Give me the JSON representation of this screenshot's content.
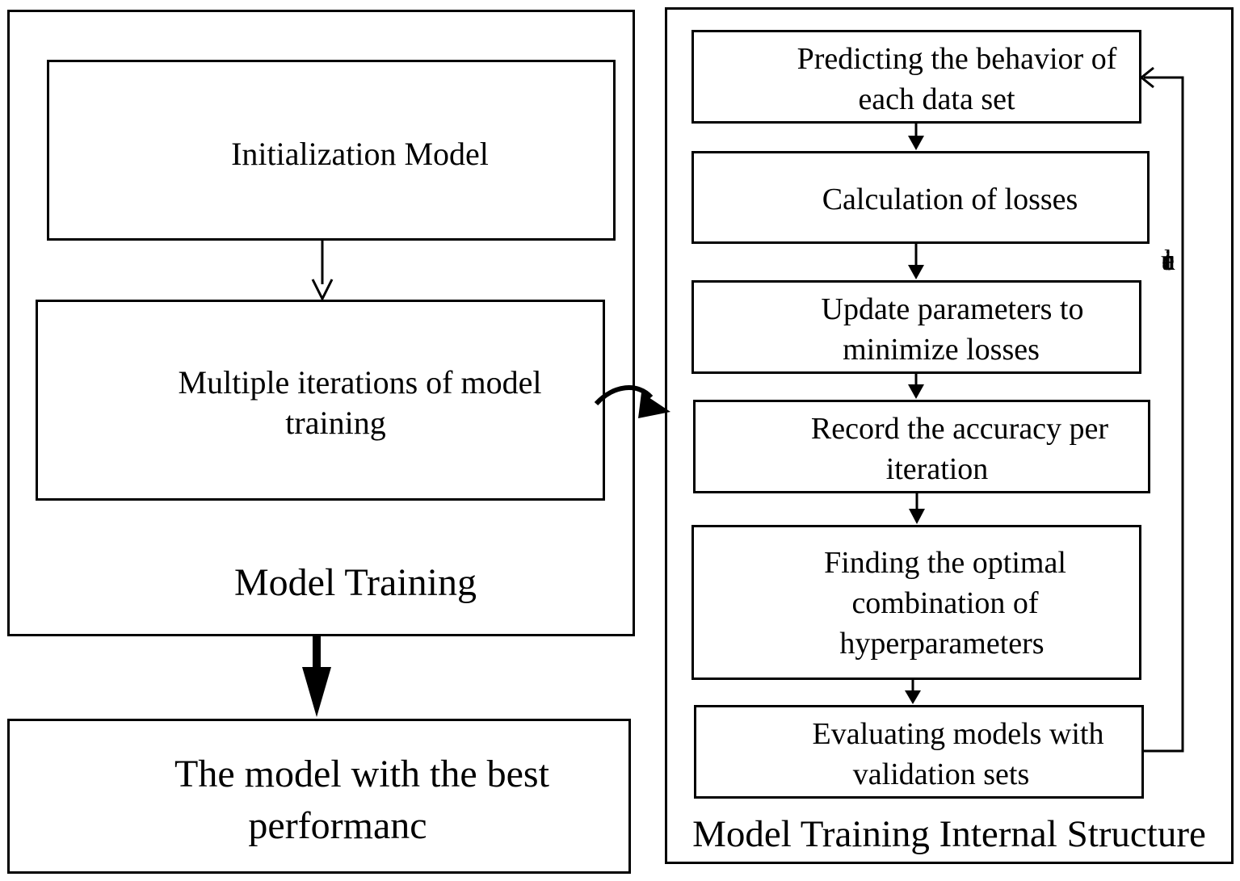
{
  "left_panel": {
    "init_box": "Initialization Model",
    "iter_box_line1": "Multiple iterations of model",
    "iter_box_line2": "training",
    "caption": "Model Training"
  },
  "result_box": {
    "line1": "The model with the best",
    "line2": "performanc"
  },
  "right_panel": {
    "caption": "Model Training Internal Structure",
    "loop_label": "circulate",
    "loop_letters": [
      "c",
      "i",
      "r",
      "c",
      "u",
      "l",
      "a",
      "t",
      "e"
    ],
    "steps": [
      {
        "line1": "Predicting the behavior of",
        "line2": "each data set"
      },
      {
        "line1": "Calculation of losses"
      },
      {
        "line1": "Update parameters to",
        "line2": "minimize losses"
      },
      {
        "line1": "Record the accuracy per",
        "line2": "iteration"
      },
      {
        "line1": "Finding the optimal",
        "line2": "combination of",
        "line3": "hyperparameters"
      },
      {
        "line1": "Evaluating models with",
        "line2": "validation sets"
      }
    ]
  }
}
